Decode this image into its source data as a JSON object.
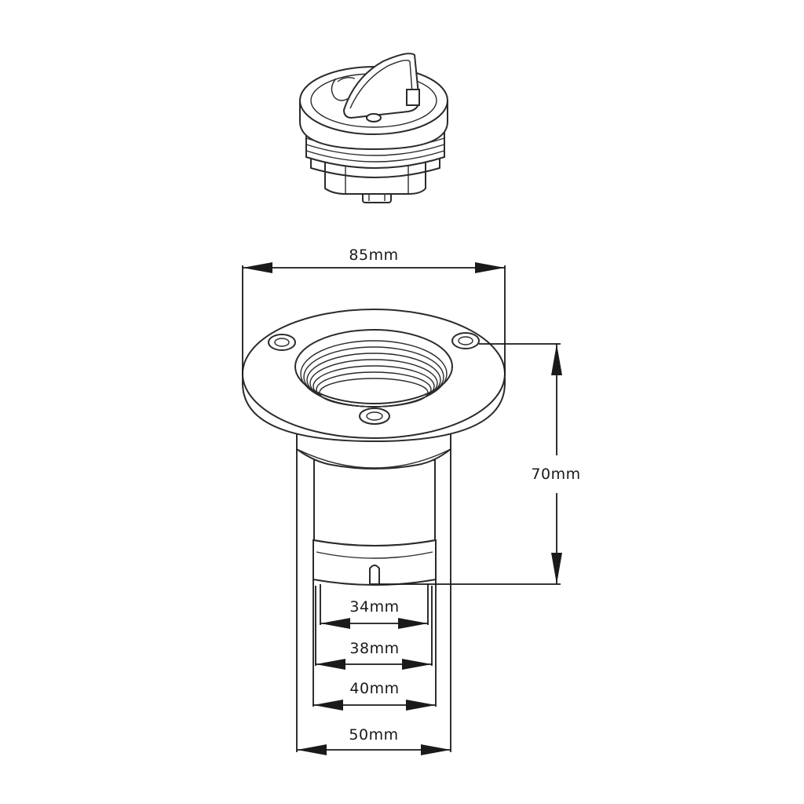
{
  "dimensions": {
    "flange_diameter": "85mm",
    "height": "70mm",
    "inner_34": "34mm",
    "inner_38": "38mm",
    "outer_40": "40mm",
    "body_50": "50mm"
  }
}
